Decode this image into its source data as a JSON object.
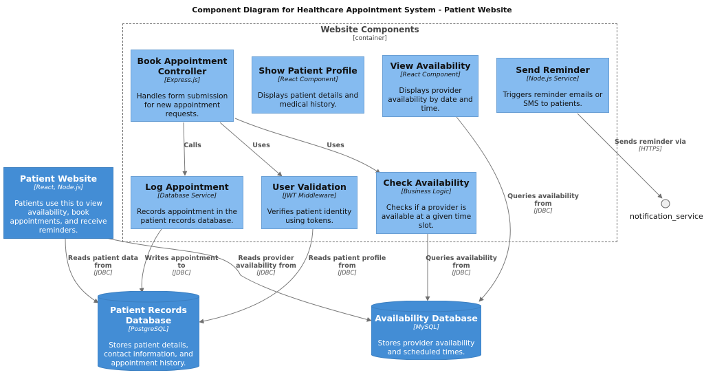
{
  "title": "Component Diagram for Healthcare Appointment System - Patient Website",
  "boundary": {
    "title": "Website Components",
    "type": "[container]"
  },
  "components": {
    "book": {
      "name1": "Book Appointment",
      "name2": "Controller",
      "tech": "[Express.js]",
      "desc1": "Handles form submission",
      "desc2": "for new appointment",
      "desc3": "requests."
    },
    "profile": {
      "name": "Show Patient Profile",
      "tech": "[React Component]",
      "desc1": "Displays patient details and",
      "desc2": "medical history."
    },
    "viewavail": {
      "name": "View Availability",
      "tech": "[React Component]",
      "desc1": "Displays provider",
      "desc2": "availability by date and",
      "desc3": "time."
    },
    "reminder": {
      "name": "Send Reminder",
      "tech": "[Node.js Service]",
      "desc1": "Triggers reminder emails or",
      "desc2": "SMS to patients."
    },
    "log": {
      "name": "Log Appointment",
      "tech": "[Database Service]",
      "desc1": "Records appointment in the",
      "desc2": "patient records database."
    },
    "validation": {
      "name": "User Validation",
      "tech": "[JWT Middleware]",
      "desc1": "Verifies patient identity",
      "desc2": "using tokens."
    },
    "check": {
      "name": "Check Availability",
      "tech": "[Business Logic]",
      "desc1": "Checks if a provider is",
      "desc2": "available at a given time",
      "desc3": "slot."
    },
    "website": {
      "name": "Patient Website",
      "tech": "[React, Node.js]",
      "desc1": "Patients use this to view",
      "desc2": "availability, book",
      "desc3": "appointments, and receive",
      "desc4": "reminders."
    }
  },
  "databases": {
    "records": {
      "name1": "Patient Records",
      "name2": "Database",
      "tech": "[PostgreSQL]",
      "desc1": "Stores patient details,",
      "desc2": "contact information, and",
      "desc3": "appointment history."
    },
    "availability": {
      "name": "Availability Database",
      "tech": "[MySQL]",
      "desc1": "Stores provider availability",
      "desc2": "and scheduled times."
    }
  },
  "external": {
    "name": "notification_service"
  },
  "edges": {
    "calls": {
      "text": "Calls"
    },
    "uses1": {
      "text": "Uses"
    },
    "uses2": {
      "text": "Uses"
    },
    "sends": {
      "line1": "Sends reminder via",
      "tech": "[HTTPS]"
    },
    "queries_view": {
      "line1": "Queries availability",
      "line2": "from",
      "tech": "[JDBC]"
    },
    "reads_patient": {
      "line1": "Reads patient data",
      "line2": "from",
      "tech": "[JDBC]"
    },
    "writes": {
      "line1": "Writes appointment",
      "line2": "to",
      "tech": "[JDBC]"
    },
    "reads_provider": {
      "line1": "Reads provider",
      "line2": "availability from",
      "tech": "[JDBC]"
    },
    "reads_profile": {
      "line1": "Reads patient profile",
      "line2": "from",
      "tech": "[JDBC]"
    },
    "queries_check": {
      "line1": "Queries availability",
      "line2": "from",
      "tech": "[JDBC]"
    }
  },
  "colors": {
    "component": "#85bbf0",
    "container": "#438dd5",
    "edge": "#707070"
  }
}
